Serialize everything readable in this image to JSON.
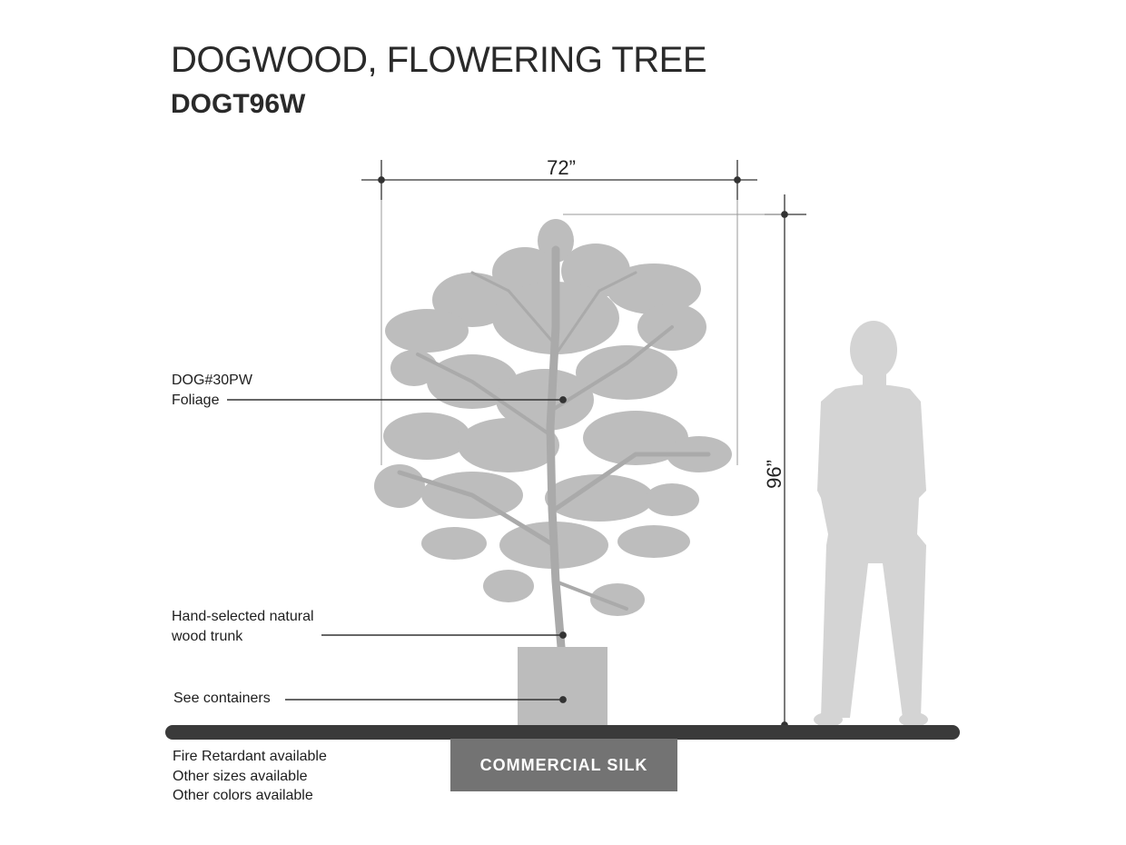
{
  "header": {
    "title": "DOGWOOD, FLOWERING TREE",
    "product_code": "DOGT96W"
  },
  "dimensions": {
    "width": "72”",
    "height": "96”"
  },
  "callouts": {
    "foliage_line1": "DOG#30PW",
    "foliage_line2": "Foliage",
    "trunk_line1": "Hand-selected natural",
    "trunk_line2": "wood trunk",
    "container": "See containers"
  },
  "badge": {
    "label": "COMMERCIAL SILK"
  },
  "notes": [
    "Fire Retardant available",
    "Other sizes available",
    "Other colors available"
  ],
  "colors": {
    "tree": "#bdbdbd",
    "silhouette": "#d4d4d4",
    "ground": "#3a3a3a",
    "container": "#bcbcbc",
    "badge": "#737373"
  }
}
